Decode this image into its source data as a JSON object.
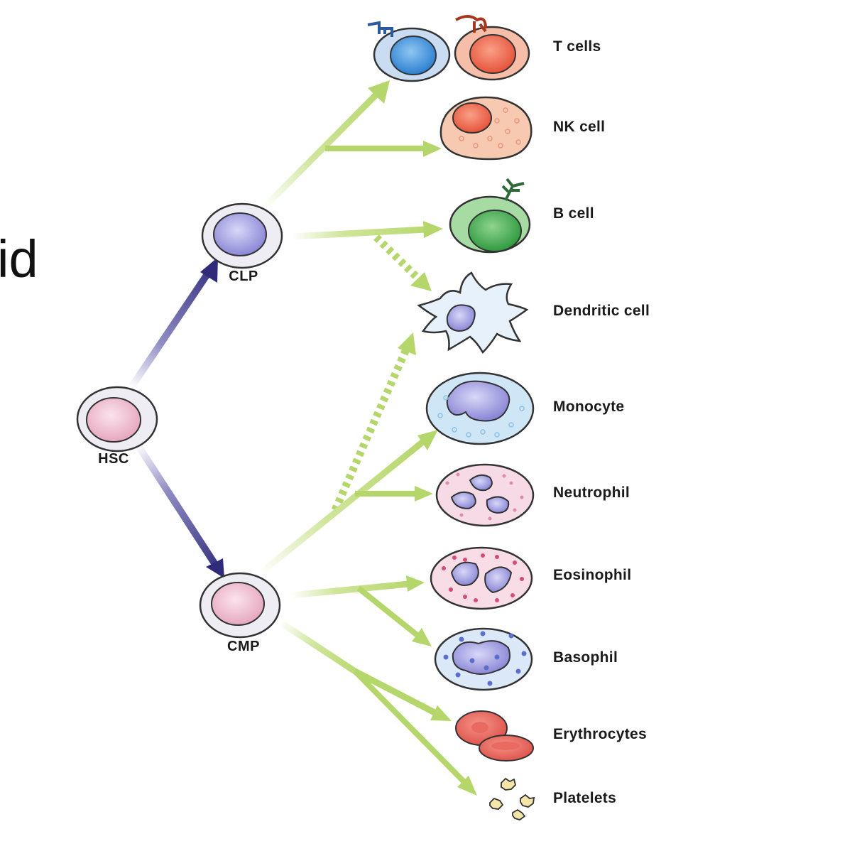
{
  "fragment_text": "id",
  "progenitors": {
    "hsc": "HSC",
    "clp": "CLP",
    "cmp": "CMP"
  },
  "cells": {
    "t_cells": "T cells",
    "nk_cell": "NK cell",
    "b_cell": "B cell",
    "dendritic_cell": "Dendritic cell",
    "monocyte": "Monocyte",
    "neutrophil": "Neutrophil",
    "eosinophil": "Eosinophil",
    "basophil": "Basophil",
    "erythrocytes": "Erythrocytes",
    "platelets": "Platelets"
  },
  "colors": {
    "lymphoid_arrow": "#2f2a7a",
    "lineage_arrow": "#b5d66a",
    "label_text": "#1a1a1a"
  }
}
